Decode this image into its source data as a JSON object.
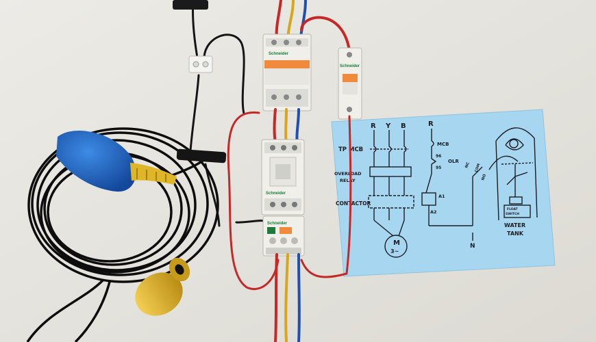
{
  "scene": {
    "colors": {
      "wall": "#e9e7e2",
      "paper": "#a6d6f0",
      "ink": "#1c1c22",
      "wire_red": "#c62828",
      "wire_yellow": "#d8a51c",
      "wire_blue": "#1f4fb0",
      "wire_black": "#151515",
      "float_blue": "#1b64c8",
      "float_yellow": "#e0b629",
      "cable": "#0d0d0d",
      "device_white": "#f0efea",
      "device_orange": "#f08a3c",
      "device_grey": "#cfcfcf"
    },
    "devices": {
      "mcb_3pole_brand": "Schneider",
      "mcb_1pole_brand": "Schneider",
      "contactor_brand": "Schneider",
      "overload_brand": "Schneider"
    },
    "diagram": {
      "phase_r": "R",
      "phase_y": "Y",
      "phase_b": "B",
      "control_phase": "R",
      "tp_mcb_label": "TP MCB",
      "control_mcb_label": "MCB",
      "overload_label_line1": "OVERLOAD",
      "overload_label_line2": "RELAY",
      "contactor_label": "CONTACTOR",
      "olr_label": "OLR",
      "contact_96": "96",
      "contact_95": "95",
      "coil_a1": "A1",
      "coil_a2": "A2",
      "nc_label": "NC",
      "com_label": "COM",
      "no_label": "NO",
      "neutral_label": "N",
      "motor_label": "M",
      "motor_phase": "3~",
      "float_switch_line1": "FLOAT",
      "float_switch_line2": "SWITCH",
      "tank_label_line1": "WATER",
      "tank_label_line2": "TANK"
    }
  }
}
